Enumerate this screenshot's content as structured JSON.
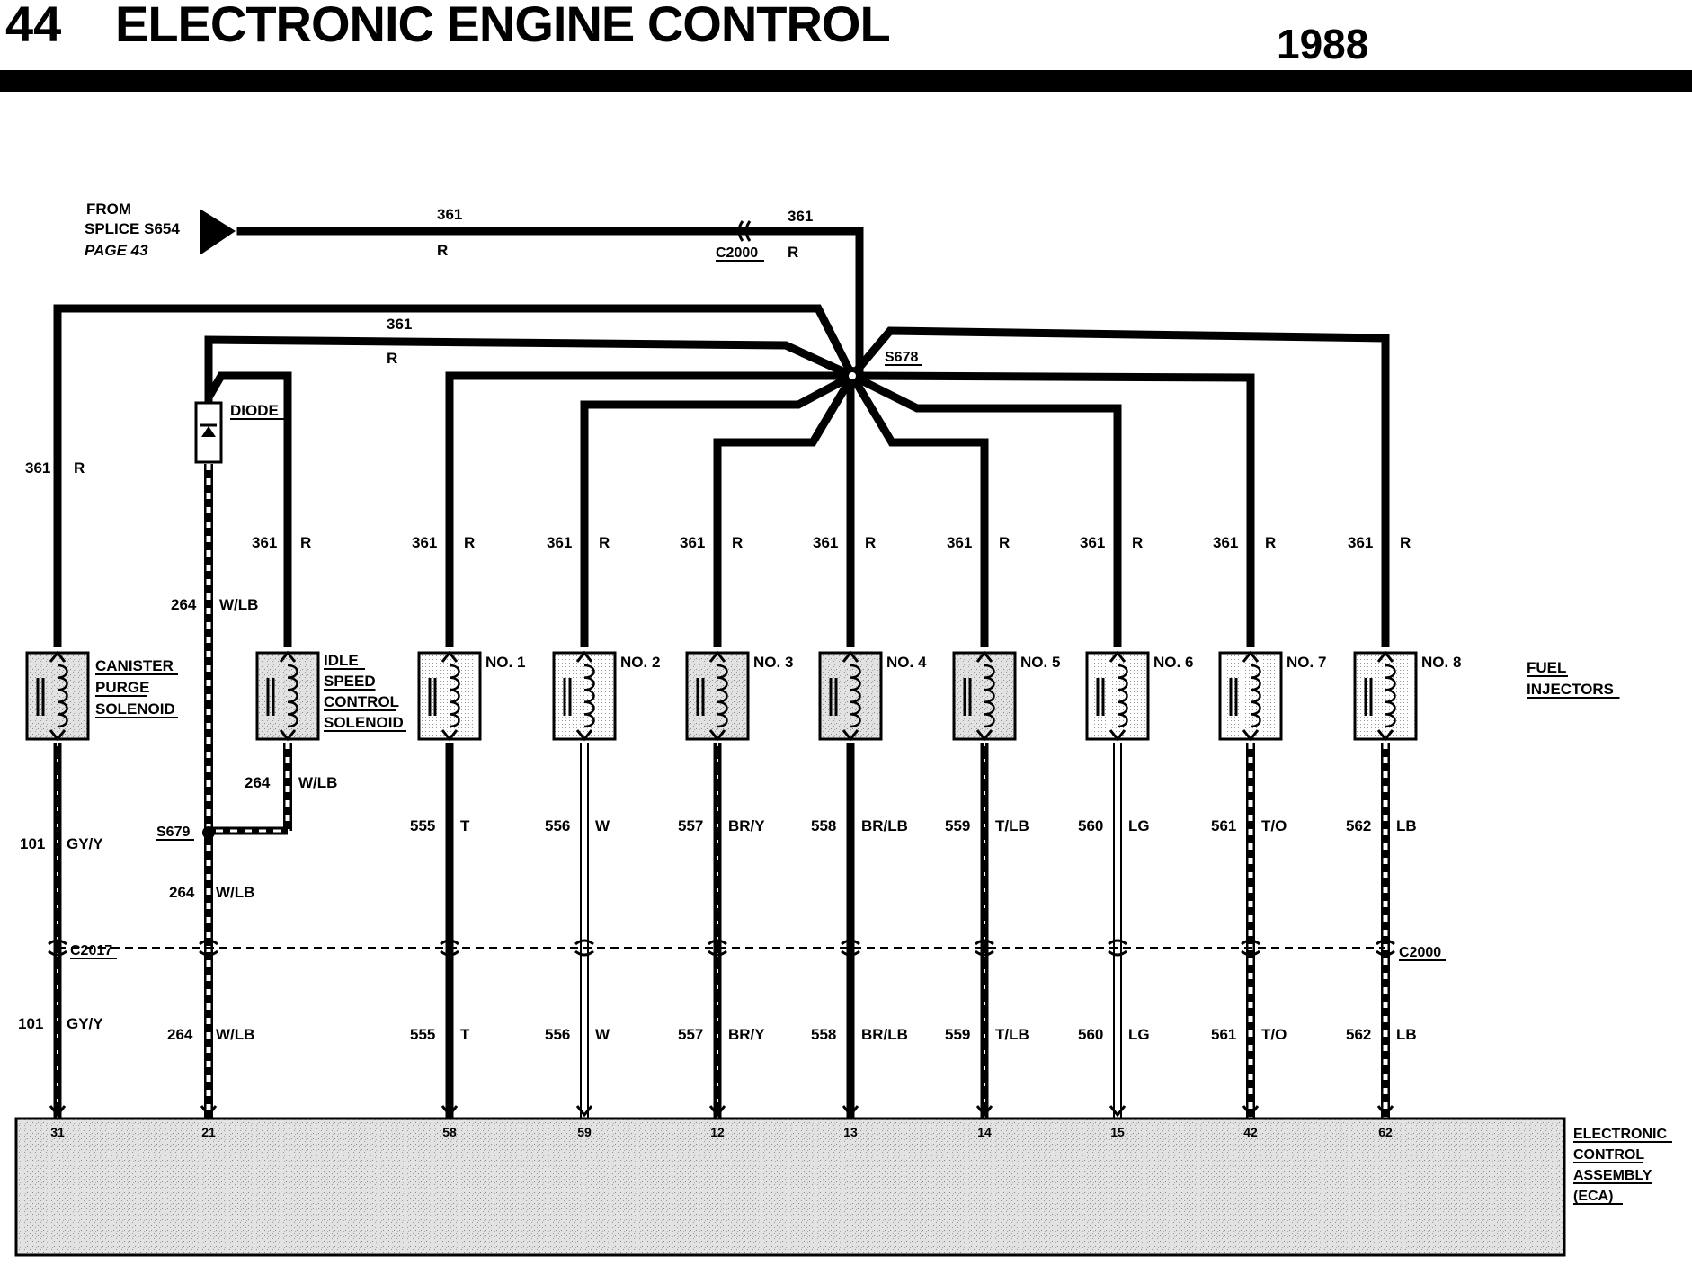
{
  "header": {
    "page_number": "44",
    "title": "ELECTRONIC ENGINE CONTROL",
    "year": "1988"
  },
  "source": {
    "line1": "FROM",
    "line2": "SPLICE S654",
    "line3": "PAGE 43",
    "marker": "Z",
    "wire_left": "361",
    "color_left": "R",
    "wire_right": "361",
    "color_right": "R",
    "connector": "C2000"
  },
  "splices": {
    "main": "S678",
    "s679": "S679"
  },
  "labels": {
    "canister_purge_solenoid": [
      "CANISTER",
      "PURGE",
      "SOLENOID"
    ],
    "idle_speed_control_solenoid": [
      "IDLE",
      "SPEED",
      "CONTROL",
      "SOLENOID"
    ],
    "diode": "DIODE",
    "fuel_injectors": [
      "FUEL",
      "INJECTORS"
    ],
    "eca": [
      "ELECTRONIC",
      "CONTROL",
      "ASSEMBLY",
      "(ECA)"
    ],
    "c2017": "C2017",
    "c2000_right": "C2000"
  },
  "upper_wires": {
    "canister": {
      "num": "361",
      "color": "R"
    },
    "diode_top": {
      "num": "361",
      "color": "R"
    },
    "isc_power": {
      "num": "361",
      "color": "R"
    },
    "diode_out": {
      "num": "264",
      "color": "W/LB"
    },
    "isc_out": {
      "num": "264",
      "color": "W/LB"
    }
  },
  "injectors": [
    {
      "label": "NO. 1",
      "power_num": "361",
      "power_color": "R",
      "sig_num": "555",
      "sig_color": "T",
      "pin": "58"
    },
    {
      "label": "NO. 2",
      "power_num": "361",
      "power_color": "R",
      "sig_num": "556",
      "sig_color": "W",
      "pin": "59"
    },
    {
      "label": "NO. 3",
      "power_num": "361",
      "power_color": "R",
      "sig_num": "557",
      "sig_color": "BR/Y",
      "pin": "12"
    },
    {
      "label": "NO. 4",
      "power_num": "361",
      "power_color": "R",
      "sig_num": "558",
      "sig_color": "BR/LB",
      "pin": "13"
    },
    {
      "label": "NO. 5",
      "power_num": "361",
      "power_color": "R",
      "sig_num": "559",
      "sig_color": "T/LB",
      "pin": "14"
    },
    {
      "label": "NO. 6",
      "power_num": "361",
      "power_color": "R",
      "sig_num": "560",
      "sig_color": "LG",
      "pin": "15"
    },
    {
      "label": "NO. 7",
      "power_num": "361",
      "power_color": "R",
      "sig_num": "561",
      "sig_color": "T/O",
      "pin": "42"
    },
    {
      "label": "NO. 8",
      "power_num": "361",
      "power_color": "R",
      "sig_num": "562",
      "sig_color": "LB",
      "pin": "62"
    }
  ],
  "canister_signal": {
    "num": "101",
    "color": "GY/Y",
    "pin": "31"
  },
  "s679_branch": {
    "num": "264",
    "color": "W/LB",
    "pin": "21"
  }
}
